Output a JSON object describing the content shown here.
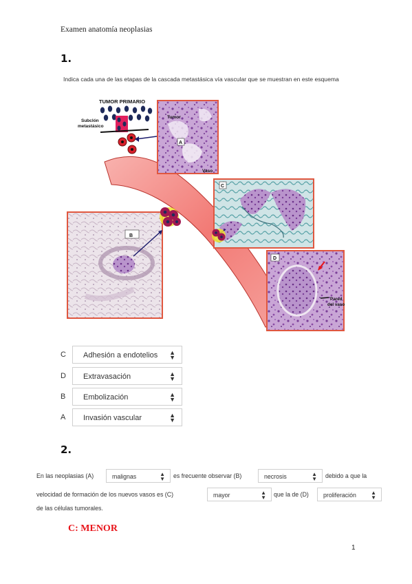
{
  "doc_title": "Examen anatomía neoplasias",
  "q1": {
    "number": "1.",
    "prompt": "Indica cada una de las etapas de la cascada metastásica vía vascular que se muestran en este esquema",
    "figure": {
      "label_tumor_primario": "TUMOR PRIMARIO",
      "label_subclon_1": "Subclón",
      "label_subclon_2": "metastásico",
      "label_tumor": "Tumor",
      "label_vaso": "Vaso",
      "label_pared_1": "Pared",
      "label_pared_2": "del vaso",
      "panel_a": "A",
      "panel_b": "B",
      "panel_c": "C",
      "panel_d": "D"
    },
    "answers": [
      {
        "letter": "C",
        "value": "Adhesión a endotelios"
      },
      {
        "letter": "D",
        "value": "Extravasación"
      },
      {
        "letter": "B",
        "value": "Embolización"
      },
      {
        "letter": "A",
        "value": "Invasión vascular"
      }
    ]
  },
  "q2": {
    "number": "2.",
    "text_1": "En las neoplasias (A)",
    "sel_a": "malignas",
    "text_2": "es frecuente observar (B)",
    "sel_b": "necrosis",
    "text_3": "debido a que la",
    "text_4": "velocidad de formación de los nuevos vasos es (C)",
    "sel_c": "mayor",
    "text_5": "que la de (D)",
    "sel_d": "proliferación",
    "text_6": "de las células tumorales.",
    "answer_note": "C: MENOR"
  },
  "page_number": "1",
  "colors": {
    "vessel": "#f48a86",
    "panel_border": "#e0573f",
    "answer_red": "#e8141a",
    "he_stain": "#b07cc0"
  }
}
